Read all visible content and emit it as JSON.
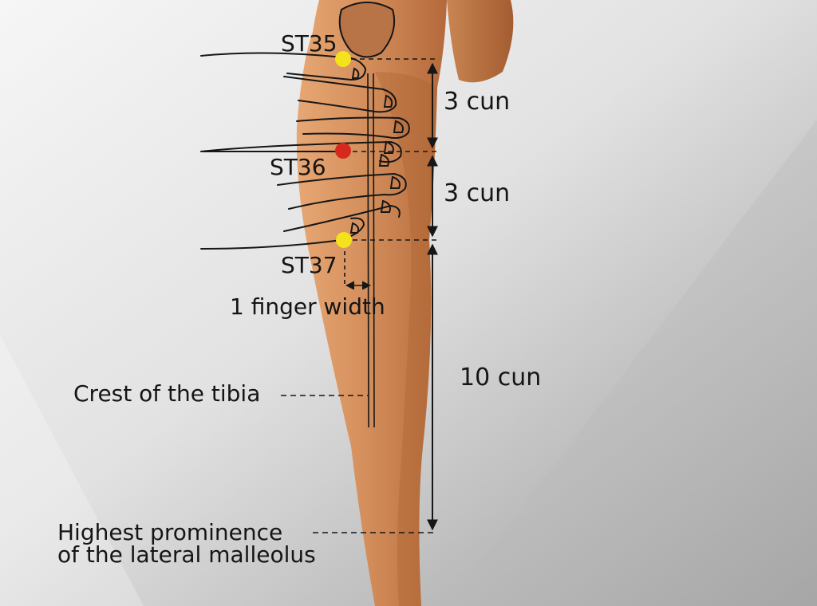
{
  "points": {
    "st35": {
      "label": "ST35",
      "color": "#f3e21c"
    },
    "st36": {
      "label": "ST36",
      "color": "#d52a1e"
    },
    "st37": {
      "label": "ST37",
      "color": "#f3e21c"
    }
  },
  "measures": {
    "upper": "3 cun",
    "middle": "3 cun",
    "lower": "10 cun",
    "finger": "1 finger width"
  },
  "landmarks": {
    "tibia": "Crest of the tibia",
    "malleolus_line1": "Highest prominence",
    "malleolus_line2": "of the lateral malleolus"
  },
  "colors": {
    "skin_light": "#e0a06e",
    "skin_mid": "#d08a57",
    "skin_dark": "#b86d3e",
    "line": "#161616"
  }
}
